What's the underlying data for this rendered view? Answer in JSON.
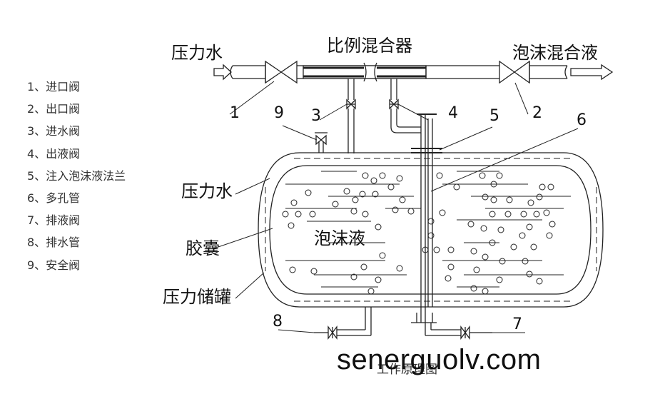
{
  "legend": [
    "1、进口阀",
    "2、出口阀",
    "3、进水阀",
    "4、出液阀",
    "5、注入泡沫液法兰",
    "6、多孔管",
    "7、排液阀",
    "8、排水管",
    "9、安全阀"
  ],
  "labels": {
    "inlet_water": "压力水",
    "mixer": "比例混合器",
    "foam_mix": "泡沫混合液",
    "pressure_water": "压力水",
    "bladder": "胶囊",
    "tank": "压力储罐",
    "foam_liquid": "泡沫液",
    "caption": "工作原理图",
    "watermark": "senerguolv.com"
  },
  "callouts": [
    "1",
    "2",
    "3",
    "4",
    "5",
    "6",
    "7",
    "8",
    "9"
  ]
}
